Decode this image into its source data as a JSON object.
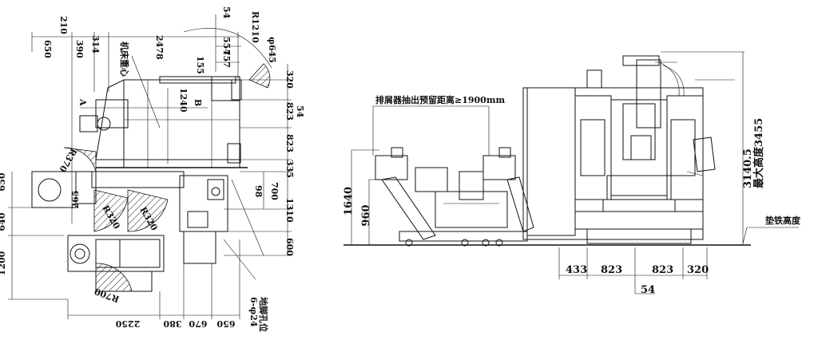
{
  "plan_view": {
    "dims_top": [
      "210",
      "650",
      "390",
      "314",
      "2478",
      "54",
      "554",
      "757",
      "155",
      "R1210",
      "φ645"
    ],
    "dims_right": [
      "320",
      "823",
      "54",
      "823",
      "335",
      "98",
      "700",
      "1310",
      "600"
    ],
    "dims_left": [
      "650",
      "265",
      "640",
      "1200"
    ],
    "dims_bottom": [
      "2250",
      "380",
      "670",
      "650"
    ],
    "dims_inner": [
      "1240",
      "R370",
      "R320",
      "R320",
      "R700"
    ],
    "labels": {
      "center_of_gravity": "机床重心",
      "point_a": "A",
      "point_b": "B",
      "holes_count": "6-φ24",
      "holes_name": "地脚孔位"
    }
  },
  "side_view": {
    "chip_note": "排屑器抽出预留距离≥1900mm",
    "dims_height_left": [
      "1640",
      "960"
    ],
    "dims_height_right": [
      "3140.5",
      "最大高度3455"
    ],
    "shim_label": "垫铁高度",
    "dims_bottom": [
      "433",
      "823",
      "823",
      "320"
    ],
    "dim_below": "54"
  }
}
